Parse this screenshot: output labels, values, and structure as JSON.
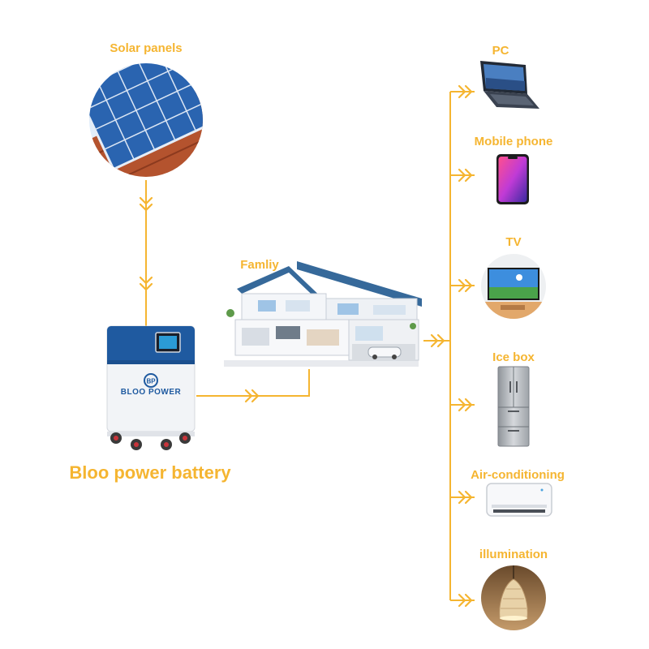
{
  "colors": {
    "accent": "#f5b531",
    "battery_blue": "#1f5aa0",
    "panel_blue": "#2a64b0",
    "background": "#ffffff"
  },
  "source": {
    "label": "Solar panels",
    "icon": "solar-panel-icon"
  },
  "battery": {
    "label": "Bloo power battery",
    "brand": "BLOO POWER",
    "icon": "battery-icon"
  },
  "home": {
    "label": "Famliy",
    "icon": "house-icon"
  },
  "appliances": [
    {
      "id": "pc",
      "label": "PC",
      "icon": "laptop-icon"
    },
    {
      "id": "phone",
      "label": "Mobile phone",
      "icon": "phone-icon"
    },
    {
      "id": "tv",
      "label": "TV",
      "icon": "tv-icon"
    },
    {
      "id": "icebox",
      "label": "Ice box",
      "icon": "fridge-icon"
    },
    {
      "id": "ac",
      "label": "Air-conditioning",
      "icon": "air-conditioner-icon"
    },
    {
      "id": "light",
      "label": "illumination",
      "icon": "lamp-icon"
    }
  ]
}
